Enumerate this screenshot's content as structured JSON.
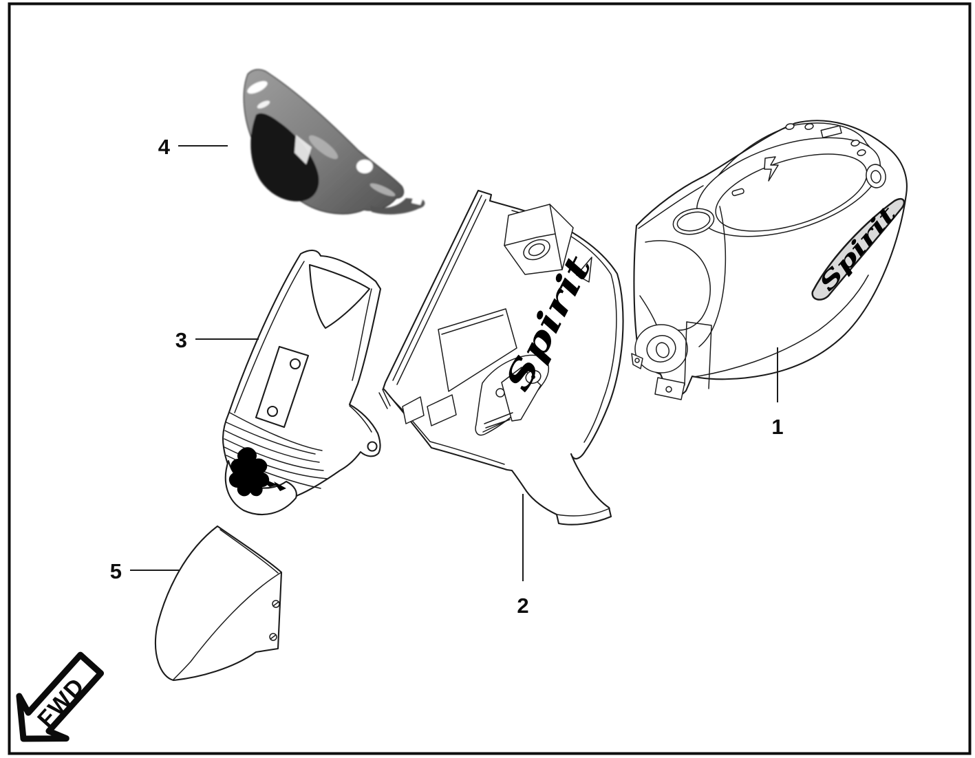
{
  "diagram": {
    "type": "exploded-parts-diagram",
    "callouts": [
      {
        "label": "1"
      },
      {
        "label": "2"
      },
      {
        "label": "3"
      },
      {
        "label": "4"
      },
      {
        "label": "5"
      }
    ],
    "decals": {
      "leg_shield_script": "Spirit",
      "body_side_script": "Spirit"
    },
    "direction_marker": {
      "label": "FWD"
    },
    "colors": {
      "background": "#ffffff",
      "border": "#0e0e0e",
      "line": "#1b1b1b",
      "decal_fill": "#dadada",
      "emblem": "#000000",
      "part4_light": "#a6a6a6",
      "part4_mid": "#777777",
      "part4_dark": "#1a1a1a"
    }
  }
}
